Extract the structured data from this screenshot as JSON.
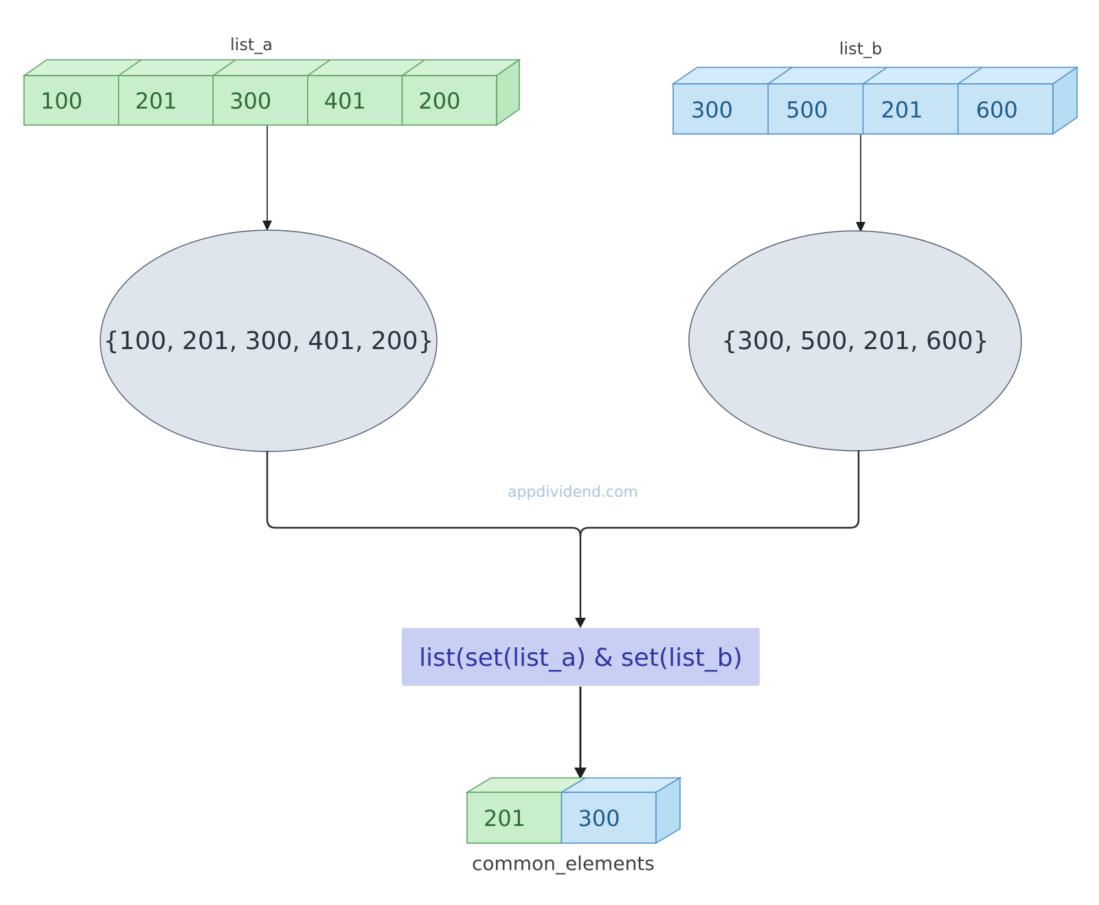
{
  "lists": {
    "list_a": {
      "label": "list_a",
      "values": [
        "100",
        "201",
        "300",
        "401",
        "200"
      ]
    },
    "list_b": {
      "label": "list_b",
      "values": [
        "300",
        "500",
        "201",
        "600"
      ]
    }
  },
  "sets": {
    "set_a": "{100, 201, 300, 401, 200}",
    "set_b": "{300, 500, 201, 600}"
  },
  "operation": "list(set(list_a) & set(list_b)",
  "result": {
    "label": "common_elements",
    "values": [
      "201",
      "300"
    ]
  },
  "watermark": "appdividend.com",
  "colors": {
    "list_a_fill": "#c8eecb",
    "list_a_border": "#58a15f",
    "list_a_text": "#2f6b38",
    "list_b_fill": "#c6e4f6",
    "list_b_border": "#4a90c9",
    "list_b_text": "#1f5c8b",
    "set_fill": "#dfe5ed",
    "set_border": "#56606e",
    "set_text": "#2b323e",
    "operation_fill": "#c9cef3",
    "operation_text": "#2f36a4",
    "connector": "#2f2f2f",
    "label_text": "#3c4043",
    "watermark_text": "#a9c4e4"
  }
}
